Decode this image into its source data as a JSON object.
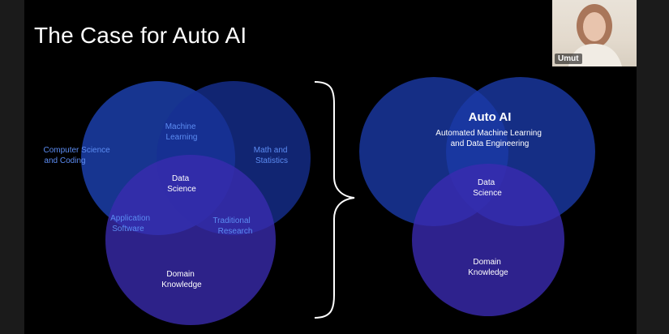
{
  "slide": {
    "title": "The Case for Auto AI"
  },
  "left_venn": {
    "computer_science": [
      "Computer Science",
      "and Coding"
    ],
    "math": [
      "Math and",
      "Statistics"
    ],
    "domain": [
      "Domain",
      "Knowledge"
    ],
    "machine_learning": [
      "Machine",
      "Learning"
    ],
    "application_software": [
      "Application",
      "Software"
    ],
    "traditional_research": [
      "Traditional",
      "Research"
    ],
    "data_science": [
      "Data",
      "Science"
    ]
  },
  "right_venn": {
    "auto_ai": "Auto AI",
    "auto_ai_desc": [
      "Automated Machine Learning",
      "and Data Engineering"
    ],
    "data_science": [
      "Data",
      "Science"
    ],
    "domain": [
      "Domain",
      "Knowledge"
    ]
  },
  "webcam": {
    "participant_name": "Umut"
  },
  "colors": {
    "background": "#000000",
    "circle_blue_a": "#1e44b8",
    "circle_blue_b": "#162f92",
    "circle_purple": "#3a2bb0",
    "label_blue": "#5c8cf2",
    "label_white": "#ffffff"
  }
}
